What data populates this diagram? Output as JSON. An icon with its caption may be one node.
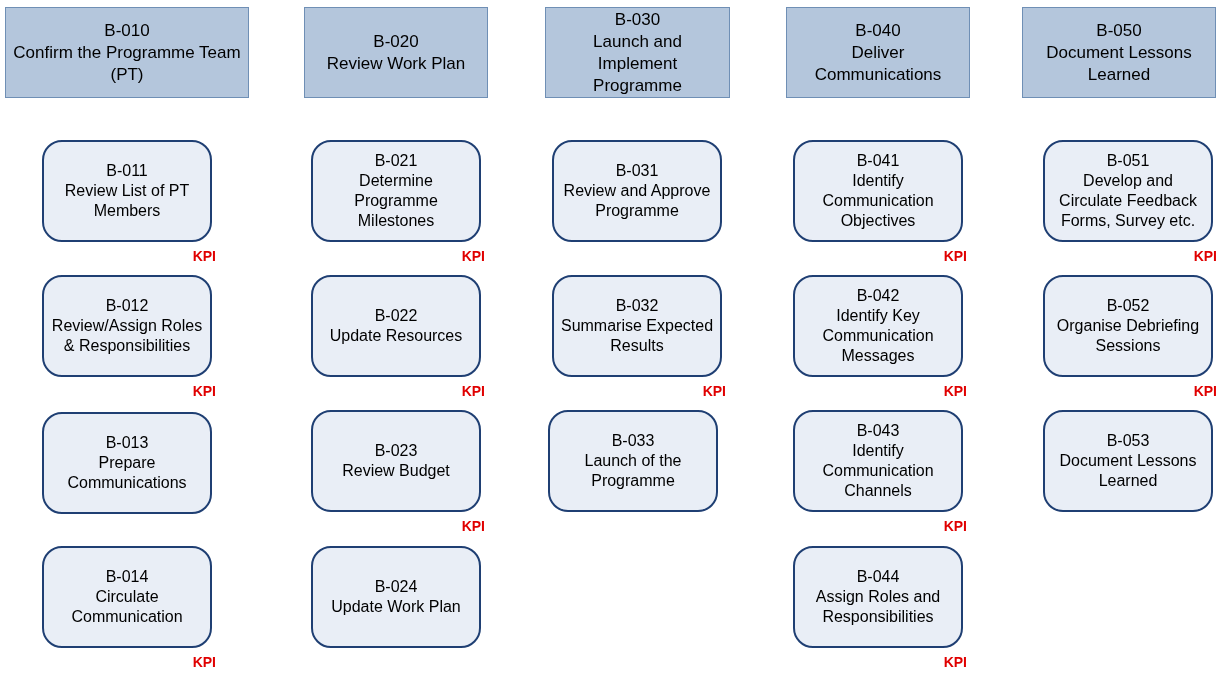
{
  "diagram": {
    "nodes": [
      {
        "text": [
          "B-010",
          "Confirm the Programme Team (PT)"
        ]
      },
      {
        "text": [
          "B-011",
          "Review List of PT Members"
        ],
        "beside": [
          "KPI"
        ]
      },
      {
        "text": [
          "B-012",
          "Review/Assign Roles & Responsibilities"
        ],
        "beside": [
          "KPI"
        ]
      },
      {
        "text": [
          "B-013",
          "Prepare Communications"
        ]
      },
      {
        "text": [
          "B-014",
          "Circulate Communication"
        ],
        "beside": [
          "KPI"
        ]
      },
      {
        "text": [
          "B-020",
          "Review Work Plan"
        ]
      },
      {
        "text": [
          "B-021",
          "Determine Programme Milestones"
        ],
        "beside": [
          "KPI"
        ]
      },
      {
        "text": [
          "B-022",
          "Update Resources"
        ],
        "beside": [
          "KPI"
        ]
      },
      {
        "text": [
          "B-023",
          "Review Budget"
        ],
        "beside": [
          "KPI"
        ]
      },
      {
        "text": [
          "B-024",
          "Update Work Plan"
        ]
      },
      {
        "text": [
          "B-030",
          "Launch and Implement Programme"
        ]
      },
      {
        "text": [
          "B-031",
          "Review and Approve Programme"
        ]
      },
      {
        "text": [
          "B-032",
          "Summarise Expected Results"
        ],
        "beside": [
          "KPI"
        ]
      },
      {
        "text": [
          "B-033",
          "Launch of the Programme"
        ]
      },
      {
        "text": [
          "B-040",
          "Deliver Communications"
        ]
      },
      {
        "text": [
          "B-041",
          "Identify Communication Objectives"
        ],
        "beside": [
          "KPI"
        ]
      },
      {
        "text": [
          "B-042",
          "Identify Key Communication Messages"
        ],
        "beside": [
          "KPI"
        ]
      },
      {
        "text": [
          "B-043",
          "Identify Communication Channels"
        ],
        "beside": [
          "KPI"
        ]
      },
      {
        "text": [
          "B-044",
          "Assign Roles and Responsibilities"
        ],
        "beside": [
          "KPI"
        ]
      },
      {
        "text": [
          "B-050",
          "Document Lessons Learned"
        ]
      },
      {
        "text": [
          "B-051",
          "Develop and Circulate Feedback Forms, Survey etc."
        ],
        "beside": [
          "KPI"
        ]
      },
      {
        "text": [
          "B-052",
          "Organise Debriefing Sessions"
        ],
        "beside": [
          "KPI"
        ]
      },
      {
        "text": [
          "B-053",
          "Document Lessons Learned"
        ]
      }
    ],
    "edges": []
  }
}
